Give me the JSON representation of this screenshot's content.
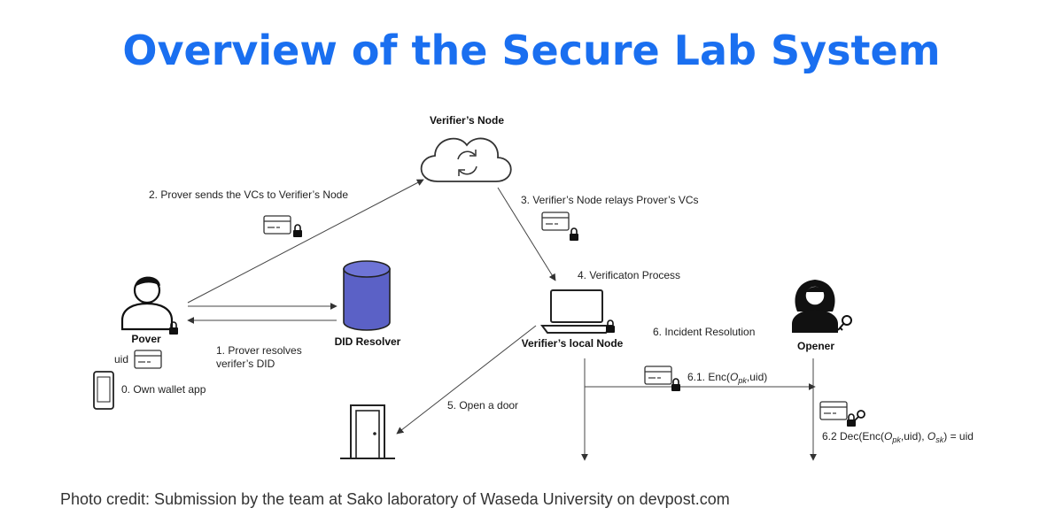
{
  "title": "Overview of the Secure Lab System",
  "colors": {
    "title": "#1a6ff0",
    "database": "#5b61c6",
    "text": "#222222"
  },
  "nodes": {
    "verifier_node": "Verifier’s Node",
    "prover": "Pover",
    "did_resolver": "DID Resolver",
    "local_node": "Verifier’s local Node",
    "opener": "Opener"
  },
  "labels": {
    "uid": "uid",
    "step0": "0. Own wallet app",
    "step1_line1": "1. Prover resolves",
    "step1_line2": "verifer’s DID",
    "step2": "2. Prover sends the VCs to Verifier’s Node",
    "step3": "3. Verifier’s Node relays Prover’s VCs",
    "step4": "4. Verificaton Process",
    "step5": "5. Open a door",
    "step6": "6. Incident Resolution",
    "step61_pre": "6.1. Enc(",
    "step61_sym": "O",
    "step61_sub": "pk",
    "step61_post": ",uid)",
    "step62_pre": "6.2 Dec(Enc(",
    "step62_sym1": "O",
    "step62_sub1": "pk",
    "step62_mid": ",uid), ",
    "step62_sym2": "O",
    "step62_sub2": "sk",
    "step62_post": ") = uid"
  },
  "icons": {
    "cloud": "cloud-sync-icon",
    "prover": "user-icon",
    "database": "database-icon",
    "laptop": "laptop-icon",
    "opener": "woman-icon",
    "phone": "smartphone-icon",
    "door": "door-icon",
    "credential": "credential-card-icon",
    "lock": "lock-icon",
    "key": "key-icon"
  },
  "credit": "Photo credit: Submission by the team at Sako laboratory of Waseda University on devpost.com"
}
